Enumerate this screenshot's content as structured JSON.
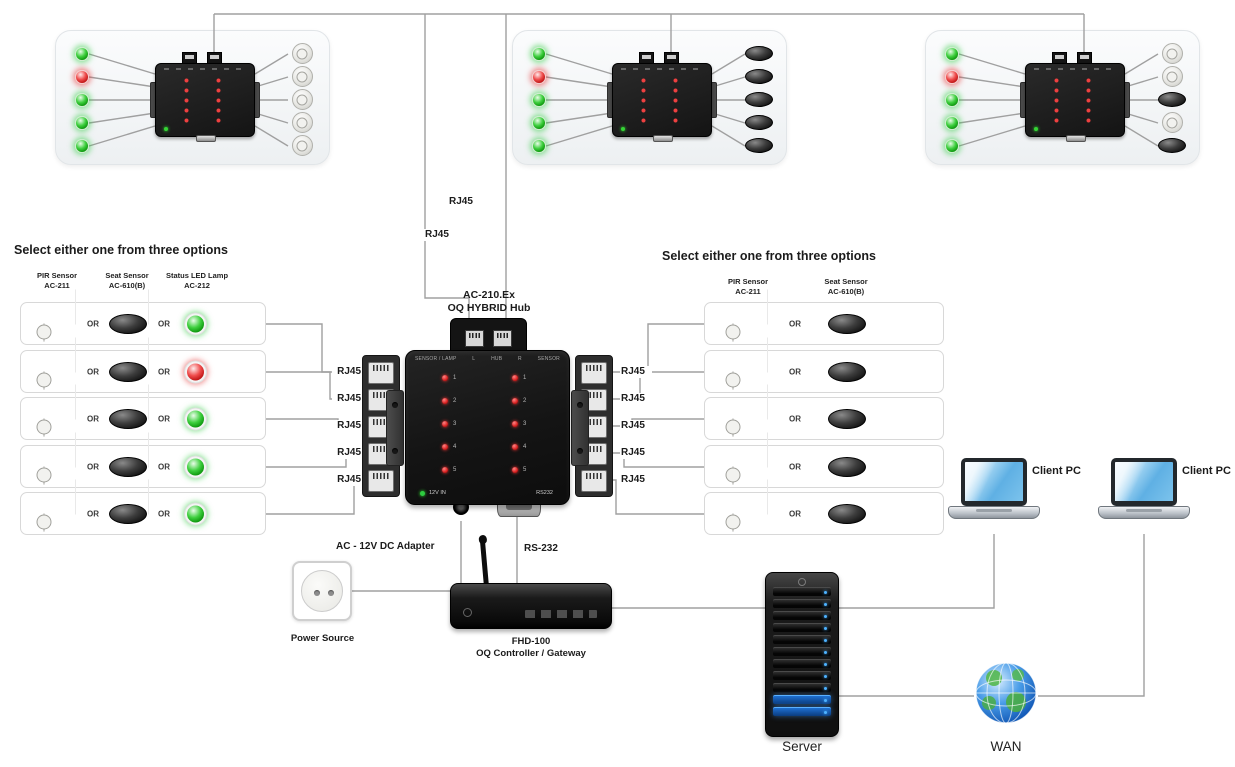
{
  "top_panels": [
    {
      "leds": [
        "green",
        "red",
        "green",
        "green",
        "green"
      ],
      "sensors": [
        "dome",
        "dome",
        "dome",
        "dome",
        "dome"
      ]
    },
    {
      "leds": [
        "green",
        "red",
        "green",
        "green",
        "green"
      ],
      "sensors": [
        "seat",
        "seat",
        "seat",
        "seat",
        "seat"
      ]
    },
    {
      "leds": [
        "green",
        "red",
        "green",
        "green",
        "green"
      ],
      "sensors": [
        "dome",
        "dome",
        "seat",
        "dome",
        "seat"
      ]
    }
  ],
  "trunk": {
    "rj45_top": "RJ45",
    "rj45_bottom": "RJ45"
  },
  "hub": {
    "title_line1": "AC-210.Ex",
    "title_line2": "OQ HYBRID Hub",
    "panel_labels": [
      "SENSOR / LAMP",
      "L",
      "HUB",
      "R",
      "SENSOR"
    ],
    "channels": [
      "1",
      "2",
      "3",
      "4",
      "5"
    ],
    "power_label": "12V IN",
    "serial_label": "RS232"
  },
  "left_options": {
    "title": "Select either one from three options",
    "or_label": "OR",
    "headers": [
      {
        "name": "PIR Sensor",
        "model": "AC-211"
      },
      {
        "name": "Seat Sensor",
        "model": "AC-610(B)"
      },
      {
        "name": "Status LED Lamp",
        "model": "AC-212"
      }
    ],
    "rows": [
      {
        "led": "green"
      },
      {
        "led": "red"
      },
      {
        "led": "green"
      },
      {
        "led": "green"
      },
      {
        "led": "green"
      }
    ],
    "rj45_labels": [
      "RJ45",
      "RJ45",
      "RJ45",
      "RJ45",
      "RJ45"
    ]
  },
  "right_options": {
    "title": "Select either one from three options",
    "or_label": "OR",
    "headers": [
      {
        "name": "PIR Sensor",
        "model": "AC-211"
      },
      {
        "name": "Seat Sensor",
        "model": "AC-610(B)"
      }
    ],
    "rj45_labels": [
      "RJ45",
      "RJ45",
      "RJ45",
      "RJ45",
      "RJ45"
    ]
  },
  "bottom": {
    "adapter_label": "AC - 12V DC Adapter",
    "power_source_label": "Power Source",
    "rs232_label": "RS-232",
    "controller_line1": "FHD-100",
    "controller_line2": "OQ Controller / Gateway",
    "server_label": "Server",
    "wan_label": "WAN",
    "client_pc_1": "Client PC",
    "client_pc_2": "Client PC"
  }
}
